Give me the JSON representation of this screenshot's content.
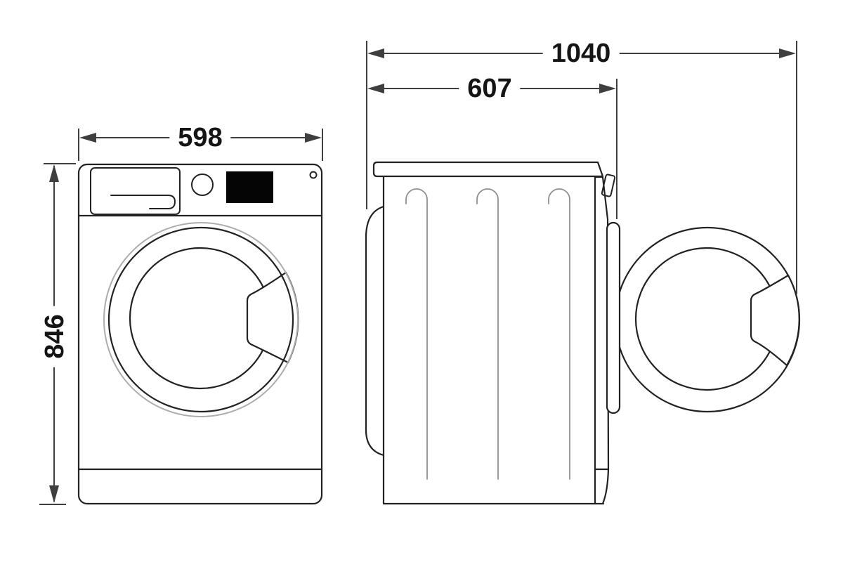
{
  "diagram_type": "appliance-dimension-drawing",
  "subject": "front-load washing machine, front view and side view with door open",
  "dimensions": {
    "front_width": "598",
    "height": "846",
    "depth_door_open": "1040",
    "body_depth": "607"
  },
  "colors": {
    "background": "#ffffff",
    "outline_dark": "#222222",
    "dimension_line": "#3f3f3f",
    "groove_light": "#8f8f8f",
    "seal_ring_light": "#adadad",
    "display_fill": "#050505"
  }
}
